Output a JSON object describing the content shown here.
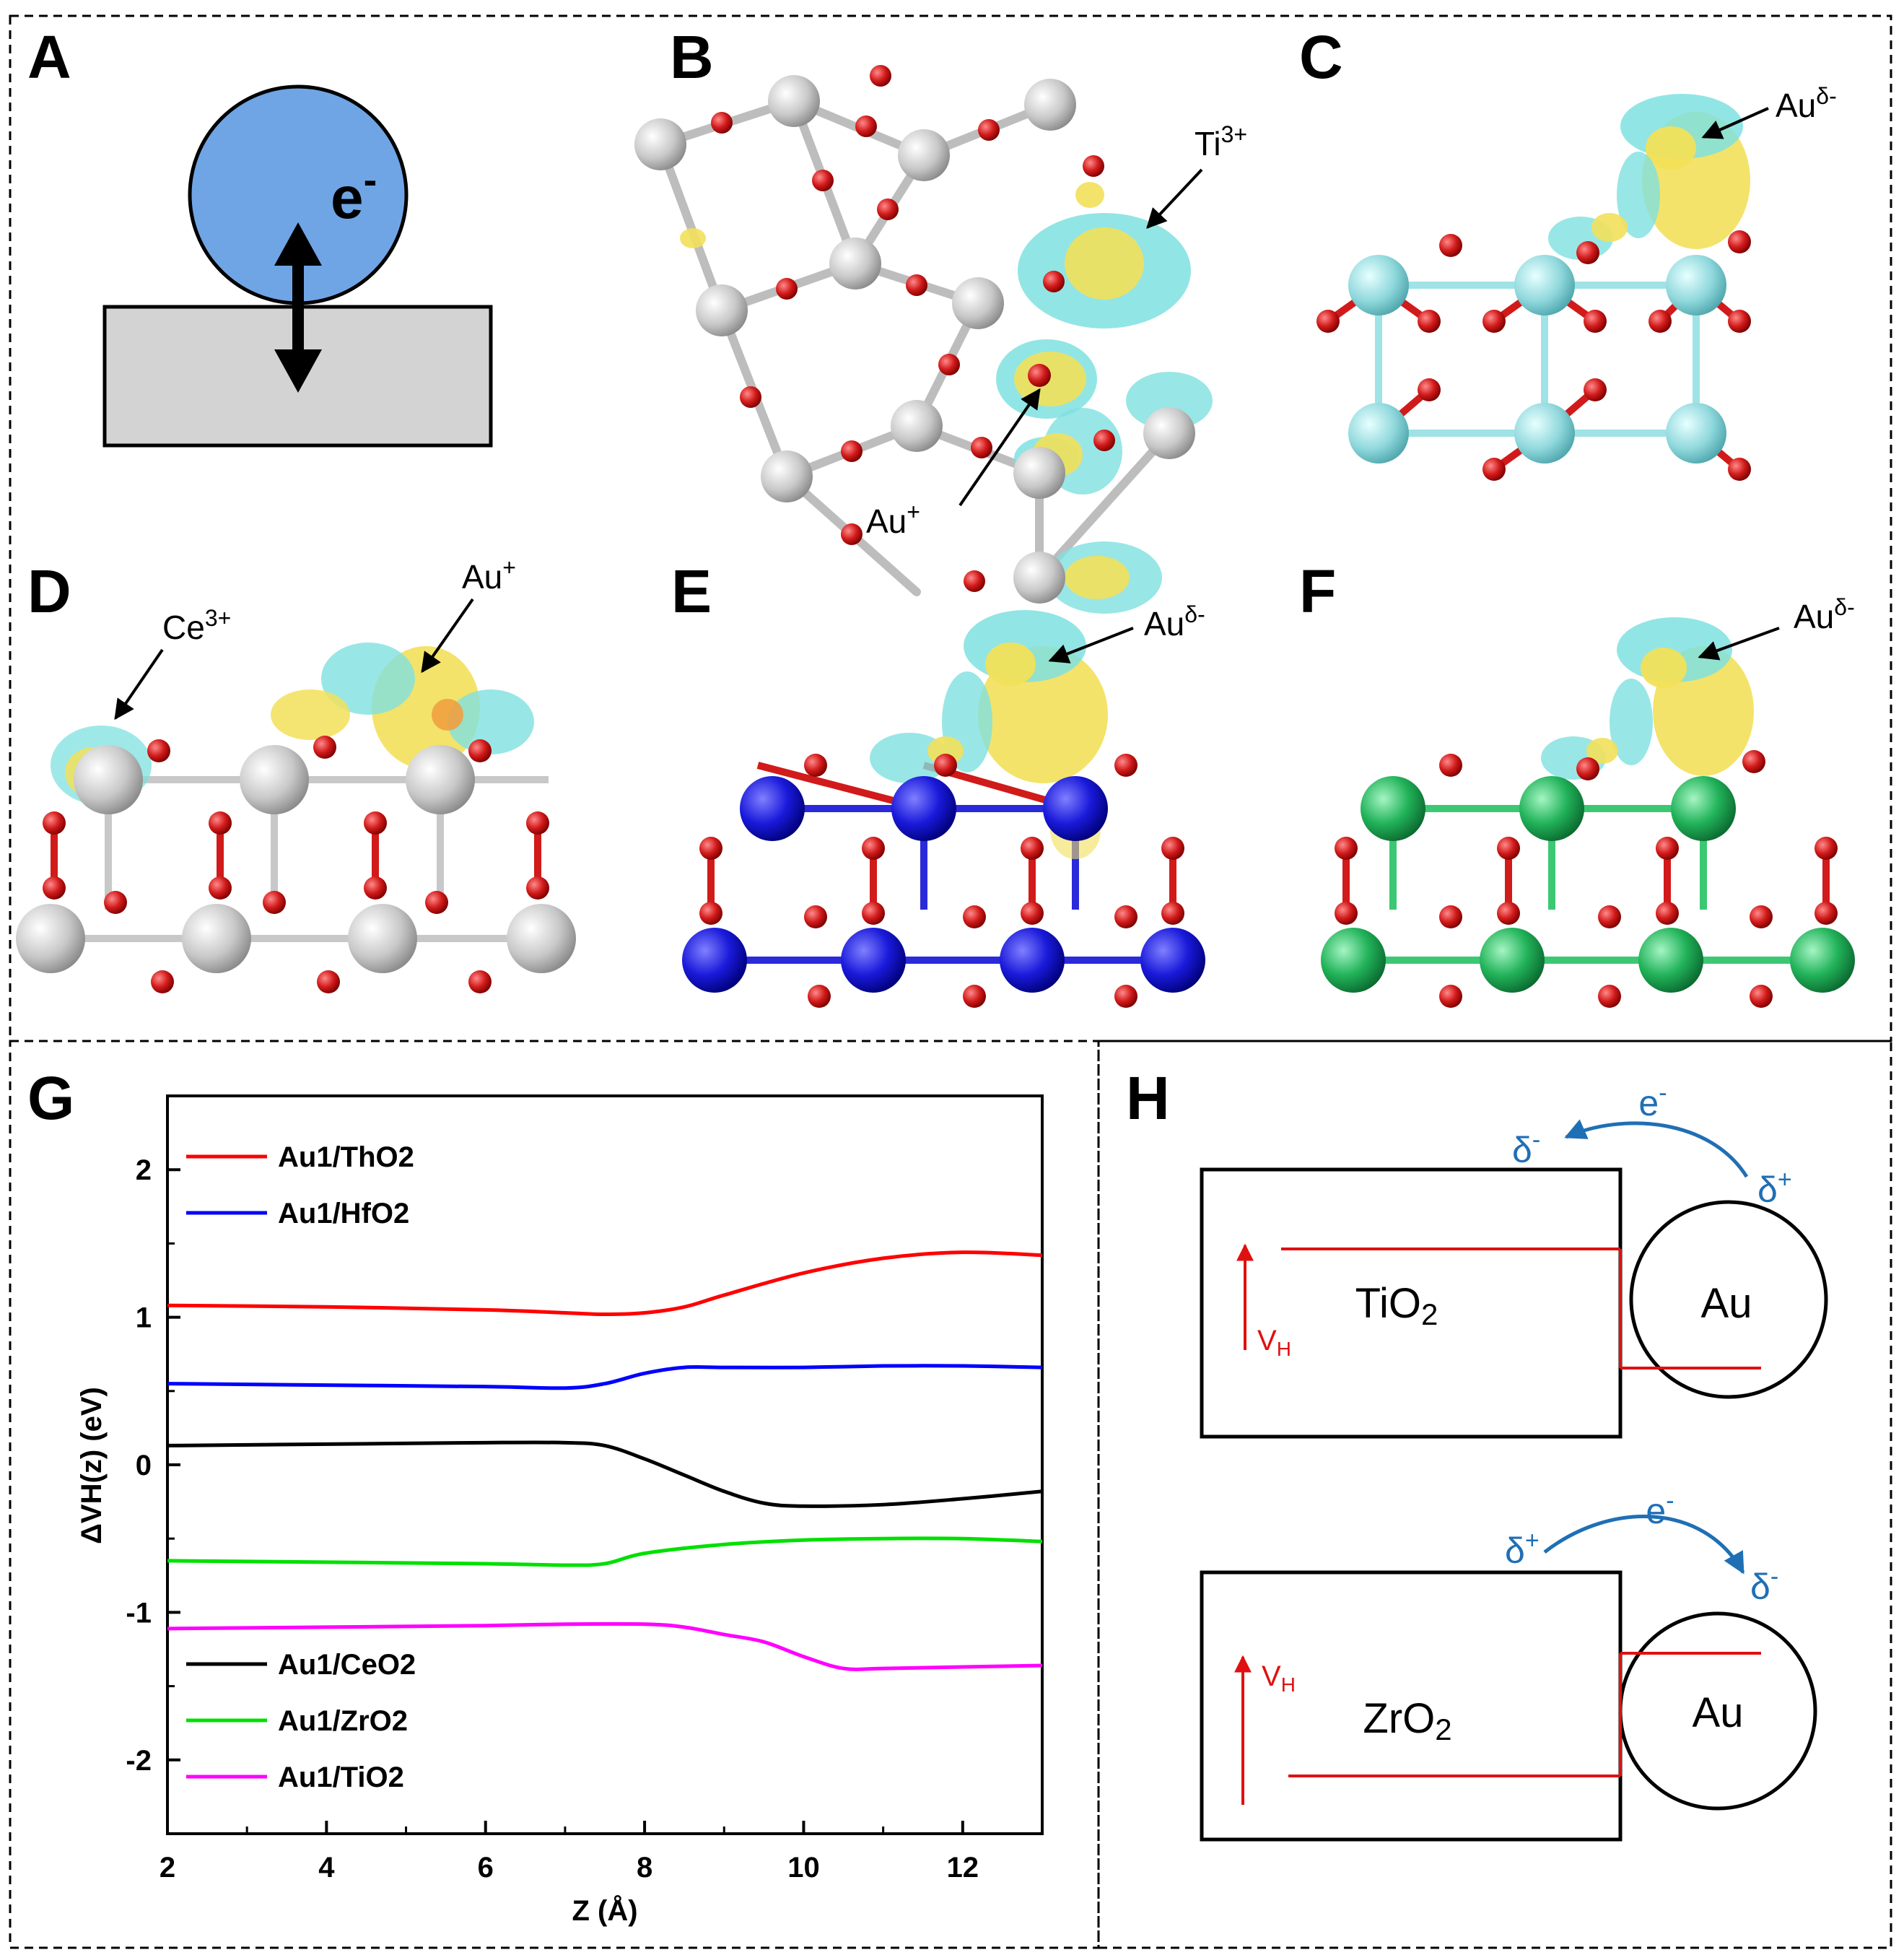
{
  "panels": {
    "a": {
      "label": "A",
      "electron": "e",
      "electron_sup": "-"
    },
    "b": {
      "label": "B",
      "ti_ann": "Ti",
      "ti_sup": "3+",
      "au_ann": "Au",
      "au_sup": "+"
    },
    "c": {
      "label": "C",
      "au_ann": "Au",
      "au_sup": "δ-"
    },
    "d": {
      "label": "D",
      "ce_ann": "Ce",
      "ce_sup": "3+",
      "au_ann": "Au",
      "au_sup": "+"
    },
    "e": {
      "label": "E",
      "au_ann": "Au",
      "au_sup": "δ-"
    },
    "f": {
      "label": "F",
      "au_ann": "Au",
      "au_sup": "δ-"
    },
    "g": {
      "label": "G"
    },
    "h": {
      "label": "H",
      "top": {
        "oxide": "TiO",
        "oxide_sub": "2",
        "metal": "Au",
        "e": "e",
        "e_sup": "-",
        "left_delta": "δ",
        "left_sign": "-",
        "right_delta": "δ",
        "right_sign": "+",
        "vh": "V",
        "vh_sub": "H"
      },
      "bottom": {
        "oxide": "ZrO",
        "oxide_sub": "2",
        "metal": "Au",
        "e": "e",
        "e_sup": "-",
        "left_delta": "δ",
        "left_sign": "+",
        "right_delta": "δ",
        "right_sign": "-",
        "vh": "V",
        "vh_sub": "H"
      }
    }
  },
  "structure_colors": {
    "oxygen": "#d11a1a",
    "gray_cation": "#c8c8c8",
    "ti_cation": "#8fd8dc",
    "hf_cation": "#1a1adb",
    "th_cation": "#22b35a",
    "density_yellow": "#f2e05a",
    "density_cyan": "#7fe0e0"
  },
  "chart_data": {
    "type": "line",
    "xlabel": "Z (Å)",
    "ylabel": "ΔVH(z) (eV)",
    "xlim": [
      2,
      13
    ],
    "ylim": [
      -2.5,
      2.5
    ],
    "xticks": [
      "2",
      "4",
      "6",
      "8",
      "10",
      "12"
    ],
    "yticks": [
      "-2",
      "-1",
      "0",
      "1",
      "2"
    ],
    "legend_top": [
      "Au1/ThO2",
      "Au1/HfO2"
    ],
    "legend_bottom": [
      "Au1/CeO2",
      "Au1/ZrO2",
      "Au1/TiO2"
    ],
    "series": [
      {
        "name": "Au1/ThO2",
        "color": "#ff0000",
        "x": [
          2,
          4,
          6,
          7,
          7.5,
          8,
          8.5,
          9,
          10,
          11,
          12,
          13
        ],
        "y": [
          1.08,
          1.07,
          1.05,
          1.03,
          1.02,
          1.03,
          1.07,
          1.15,
          1.3,
          1.4,
          1.44,
          1.42
        ]
      },
      {
        "name": "Au1/HfO2",
        "color": "#0000ff",
        "x": [
          2,
          4,
          6,
          7,
          7.5,
          8,
          8.5,
          9,
          10,
          11,
          12,
          13
        ],
        "y": [
          0.55,
          0.54,
          0.53,
          0.52,
          0.55,
          0.62,
          0.66,
          0.66,
          0.66,
          0.67,
          0.67,
          0.66
        ]
      },
      {
        "name": "Au1/CeO2",
        "color": "#000000",
        "x": [
          2,
          4,
          6,
          7,
          7.5,
          8,
          8.5,
          9,
          9.5,
          10,
          11,
          12,
          13
        ],
        "y": [
          0.13,
          0.14,
          0.15,
          0.15,
          0.13,
          0.04,
          -0.07,
          -0.18,
          -0.26,
          -0.28,
          -0.27,
          -0.23,
          -0.18
        ]
      },
      {
        "name": "Au1/ZrO2",
        "color": "#00e000",
        "x": [
          2,
          4,
          6,
          7,
          7.5,
          8,
          9,
          10,
          11,
          12,
          13
        ],
        "y": [
          -0.65,
          -0.66,
          -0.67,
          -0.68,
          -0.67,
          -0.6,
          -0.54,
          -0.51,
          -0.5,
          -0.5,
          -0.52
        ]
      },
      {
        "name": "Au1/TiO2",
        "color": "#ff00ff",
        "x": [
          2,
          4,
          6,
          7,
          8,
          8.5,
          9,
          9.5,
          10,
          10.5,
          11,
          12,
          13
        ],
        "y": [
          -1.11,
          -1.1,
          -1.09,
          -1.08,
          -1.08,
          -1.1,
          -1.15,
          -1.2,
          -1.3,
          -1.38,
          -1.38,
          -1.37,
          -1.36
        ]
      }
    ]
  }
}
